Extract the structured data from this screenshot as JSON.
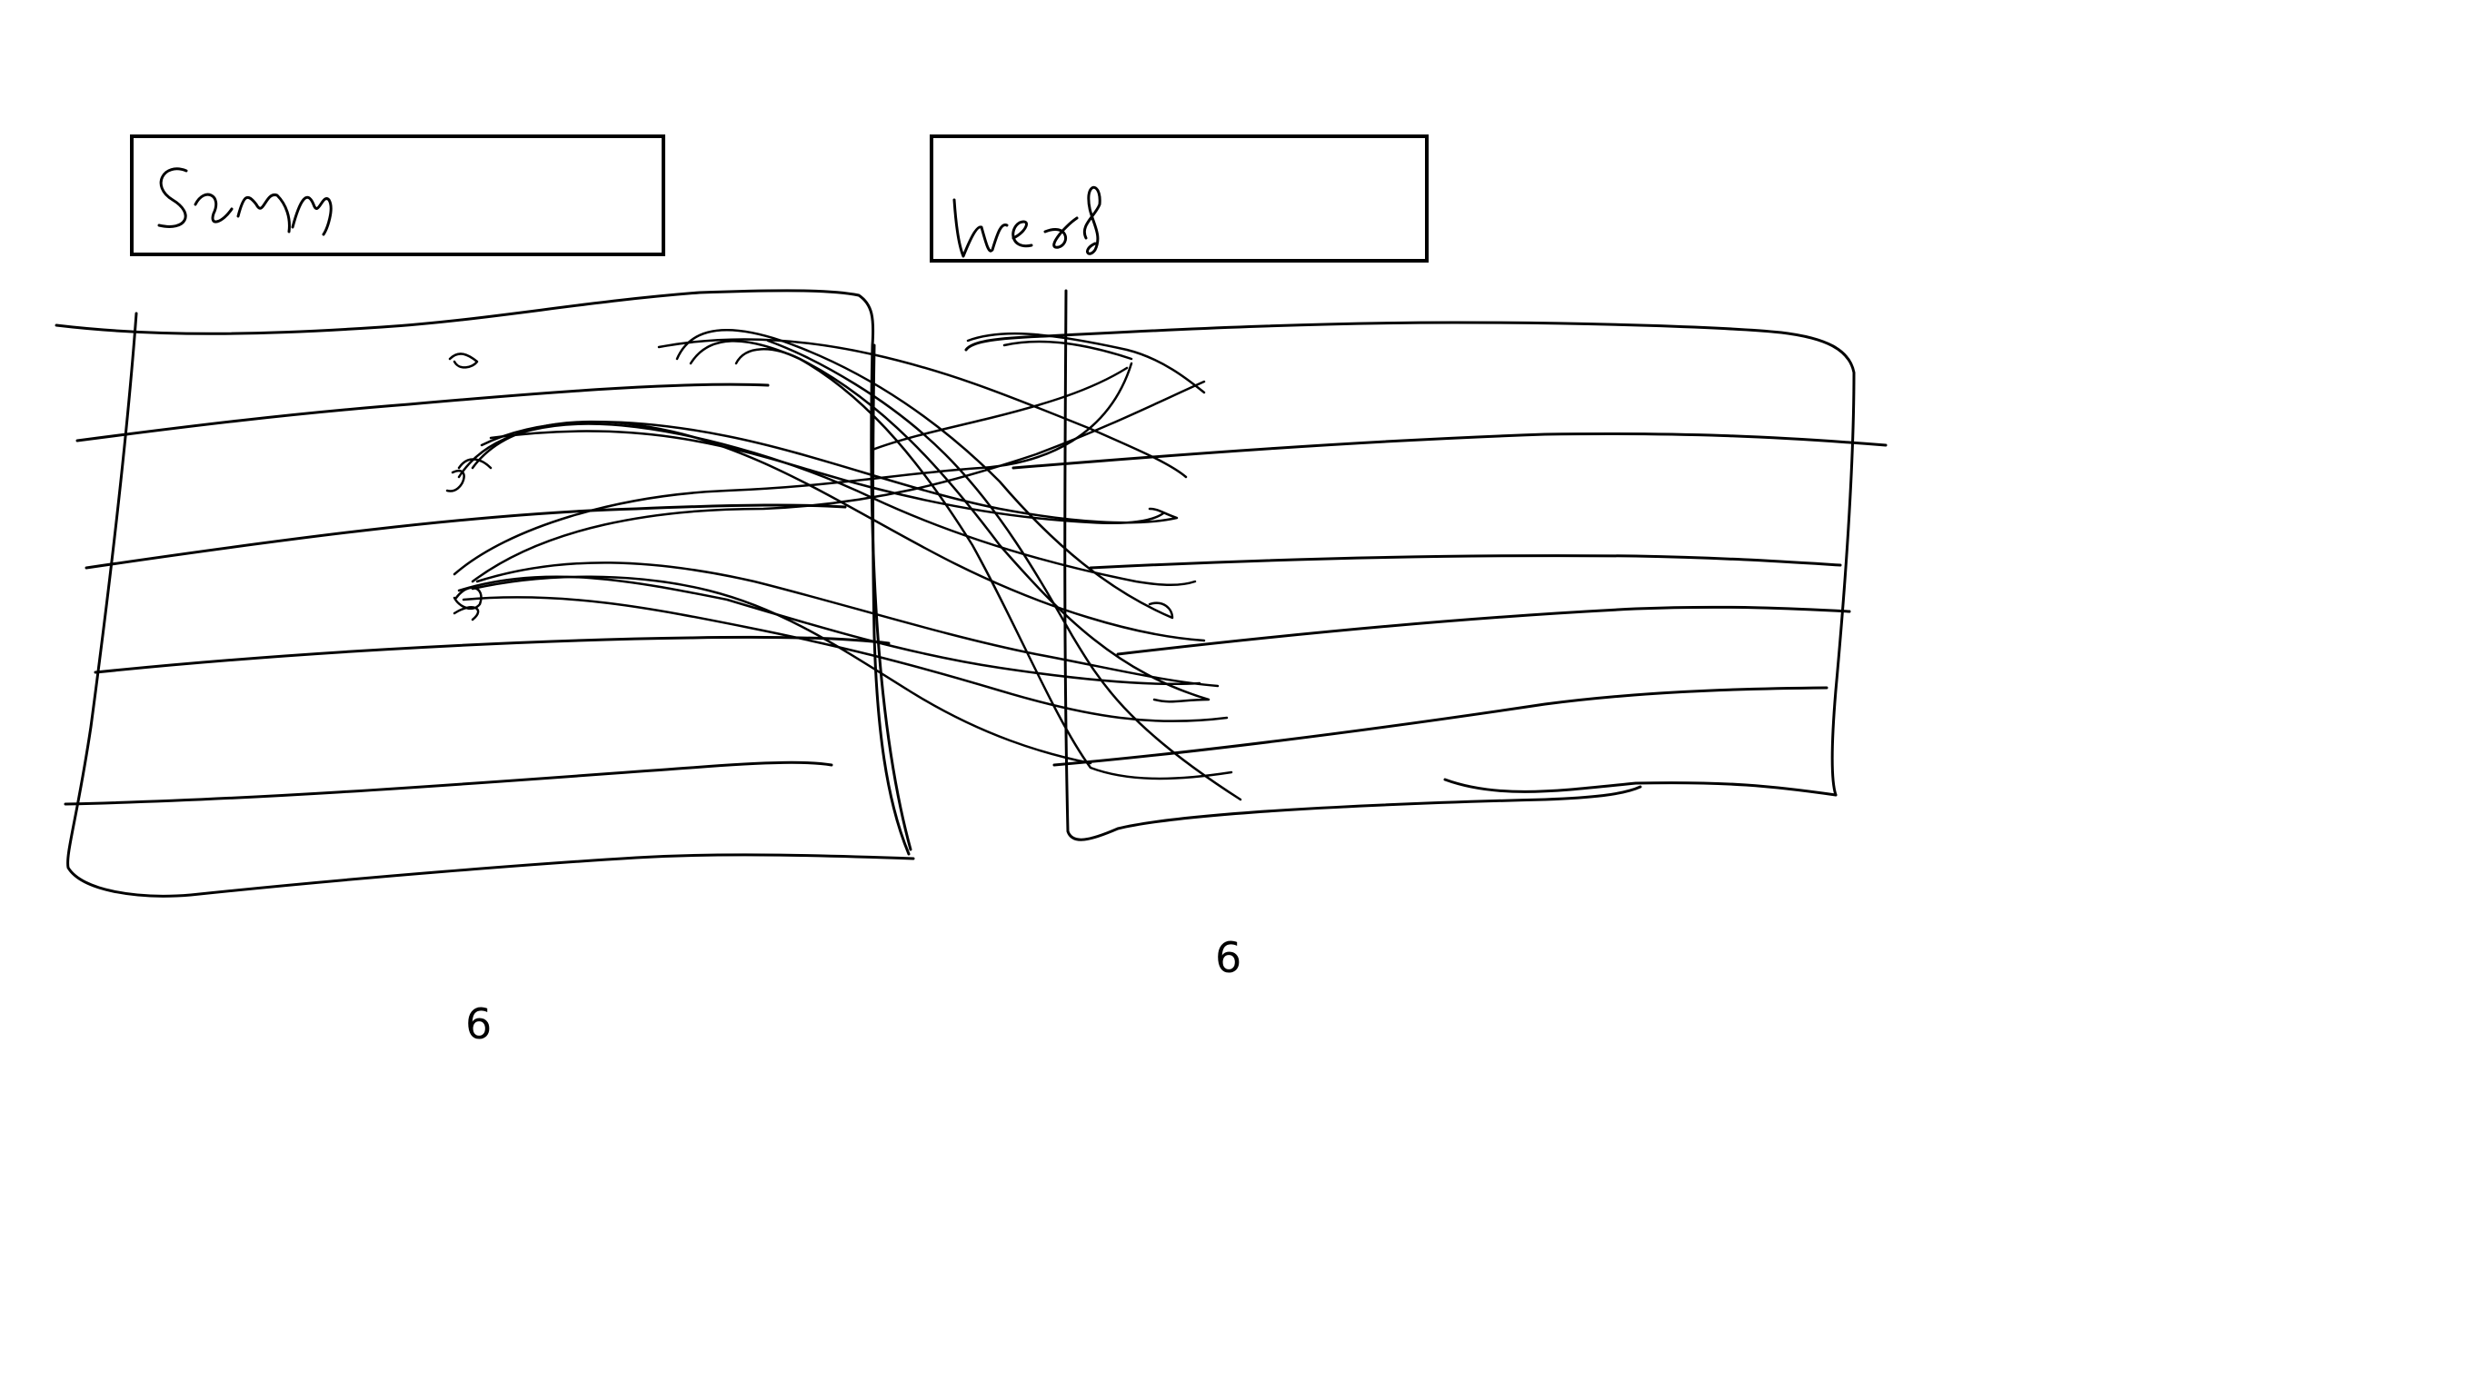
{
  "diagram": {
    "ink_color": "#000000",
    "background": "#ffffff",
    "left_box": {
      "name": "Sam"
    },
    "right_box": {
      "name": "Wes"
    },
    "left_count": "6",
    "right_count": "6"
  }
}
